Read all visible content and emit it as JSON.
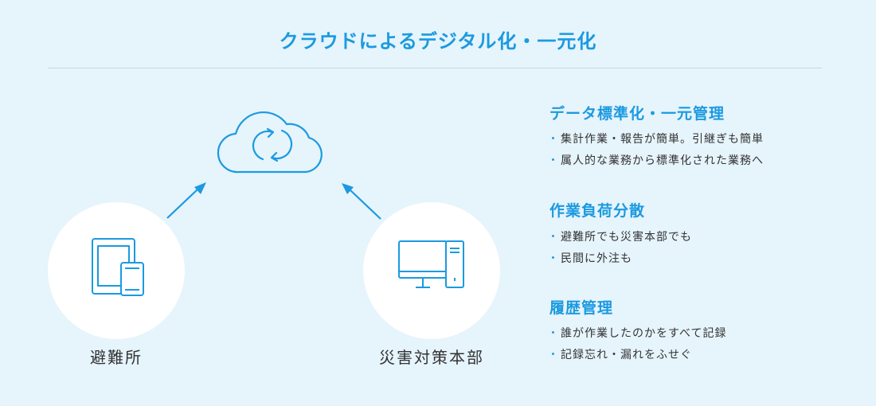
{
  "title": "クラウドによるデジタル化・一元化",
  "colors": {
    "accent": "#1b9ae0",
    "background": "#e6f4fc",
    "text": "#333333"
  },
  "diagram": {
    "cloud": {
      "icon": "cloud-sync-icon"
    },
    "nodes": [
      {
        "label": "避難所",
        "icon": "tablet-smartphone-icon"
      },
      {
        "label": "災害対策本部",
        "icon": "desktop-computer-icon"
      }
    ]
  },
  "features": [
    {
      "title": "データ標準化・一元管理",
      "items": [
        "集計作業・報告が簡単。引継ぎも簡単",
        "属人的な業務から標準化された業務へ"
      ]
    },
    {
      "title": "作業負荷分散",
      "items": [
        "避難所でも災害本部でも",
        "民間に外注も"
      ]
    },
    {
      "title": "履歴管理",
      "items": [
        "誰が作業したのかをすべて記録",
        "記録忘れ・漏れをふせぐ"
      ]
    }
  ]
}
